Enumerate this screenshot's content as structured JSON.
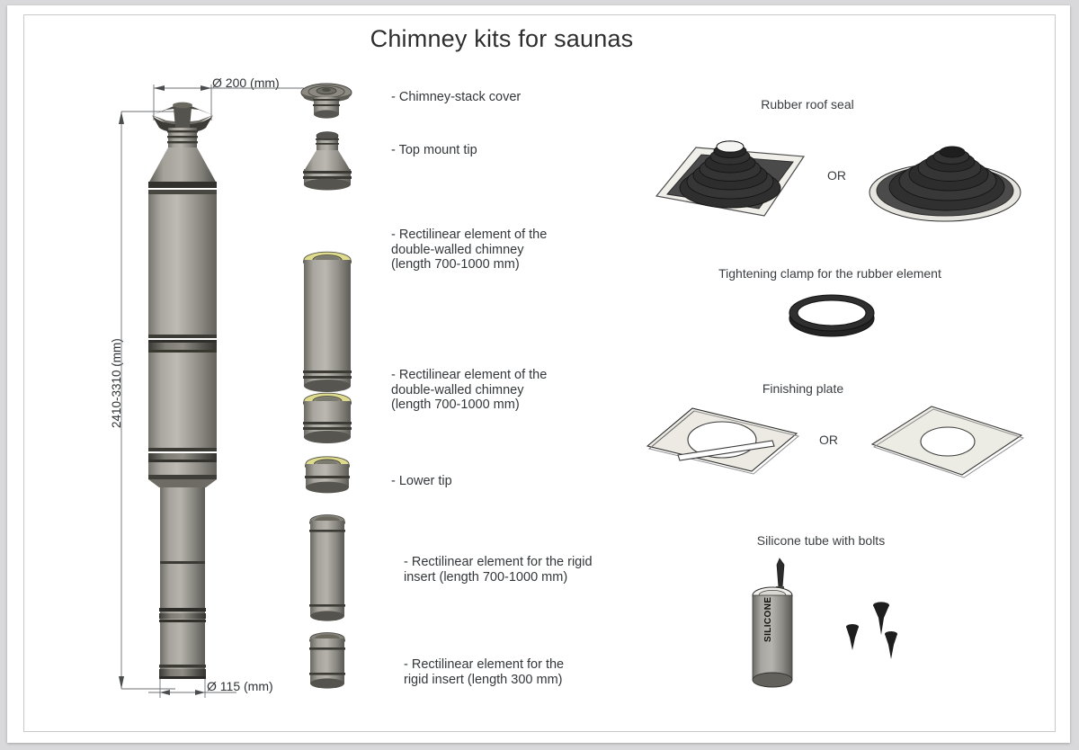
{
  "document": {
    "title": "Chimney kits for saunas"
  },
  "dimensions": {
    "top_diameter": "Ø 200 (mm)",
    "bottom_diameter": "Ø 115 (mm)",
    "total_height": "2410-3310 (mm)"
  },
  "parts_list": {
    "items": [
      {
        "label": "- Chimney-stack cover"
      },
      {
        "label": "- Top mount tip"
      },
      {
        "label": "- Rectilinear element of the\ndouble-walled chimney\n(length 700-1000 mm)"
      },
      {
        "label": "- Rectilinear element of the\ndouble-walled chimney\n(length 700-1000 mm)"
      },
      {
        "label": "- Lower tip"
      },
      {
        "label": "- Rectilinear element for the rigid\ninsert (length 700-1000 mm)"
      },
      {
        "label": "- Rectilinear element for the\nrigid insert (length 300 mm)"
      }
    ]
  },
  "accessories": {
    "groups": [
      {
        "heading": "Rubber roof seal",
        "separator": "OR"
      },
      {
        "heading": "Tightening clamp for the rubber element",
        "separator": ""
      },
      {
        "heading": "Finishing plate",
        "separator": "OR"
      },
      {
        "heading": "Silicone tube with bolts",
        "separator": ""
      }
    ]
  },
  "graphics": {
    "silicone_tube_text": "SILICONE"
  },
  "colors": {
    "paper": "#ffffff",
    "backdrop": "#d9d9db",
    "metal_light": "#b8b5ad",
    "metal_mid": "#8f8d85",
    "metal_dark": "#5f5d57",
    "insulation_yellow": "#dedc8c",
    "rubber_black": "#2a2a2a",
    "plate_cream": "#e9e8e1",
    "text": "#33373a"
  }
}
